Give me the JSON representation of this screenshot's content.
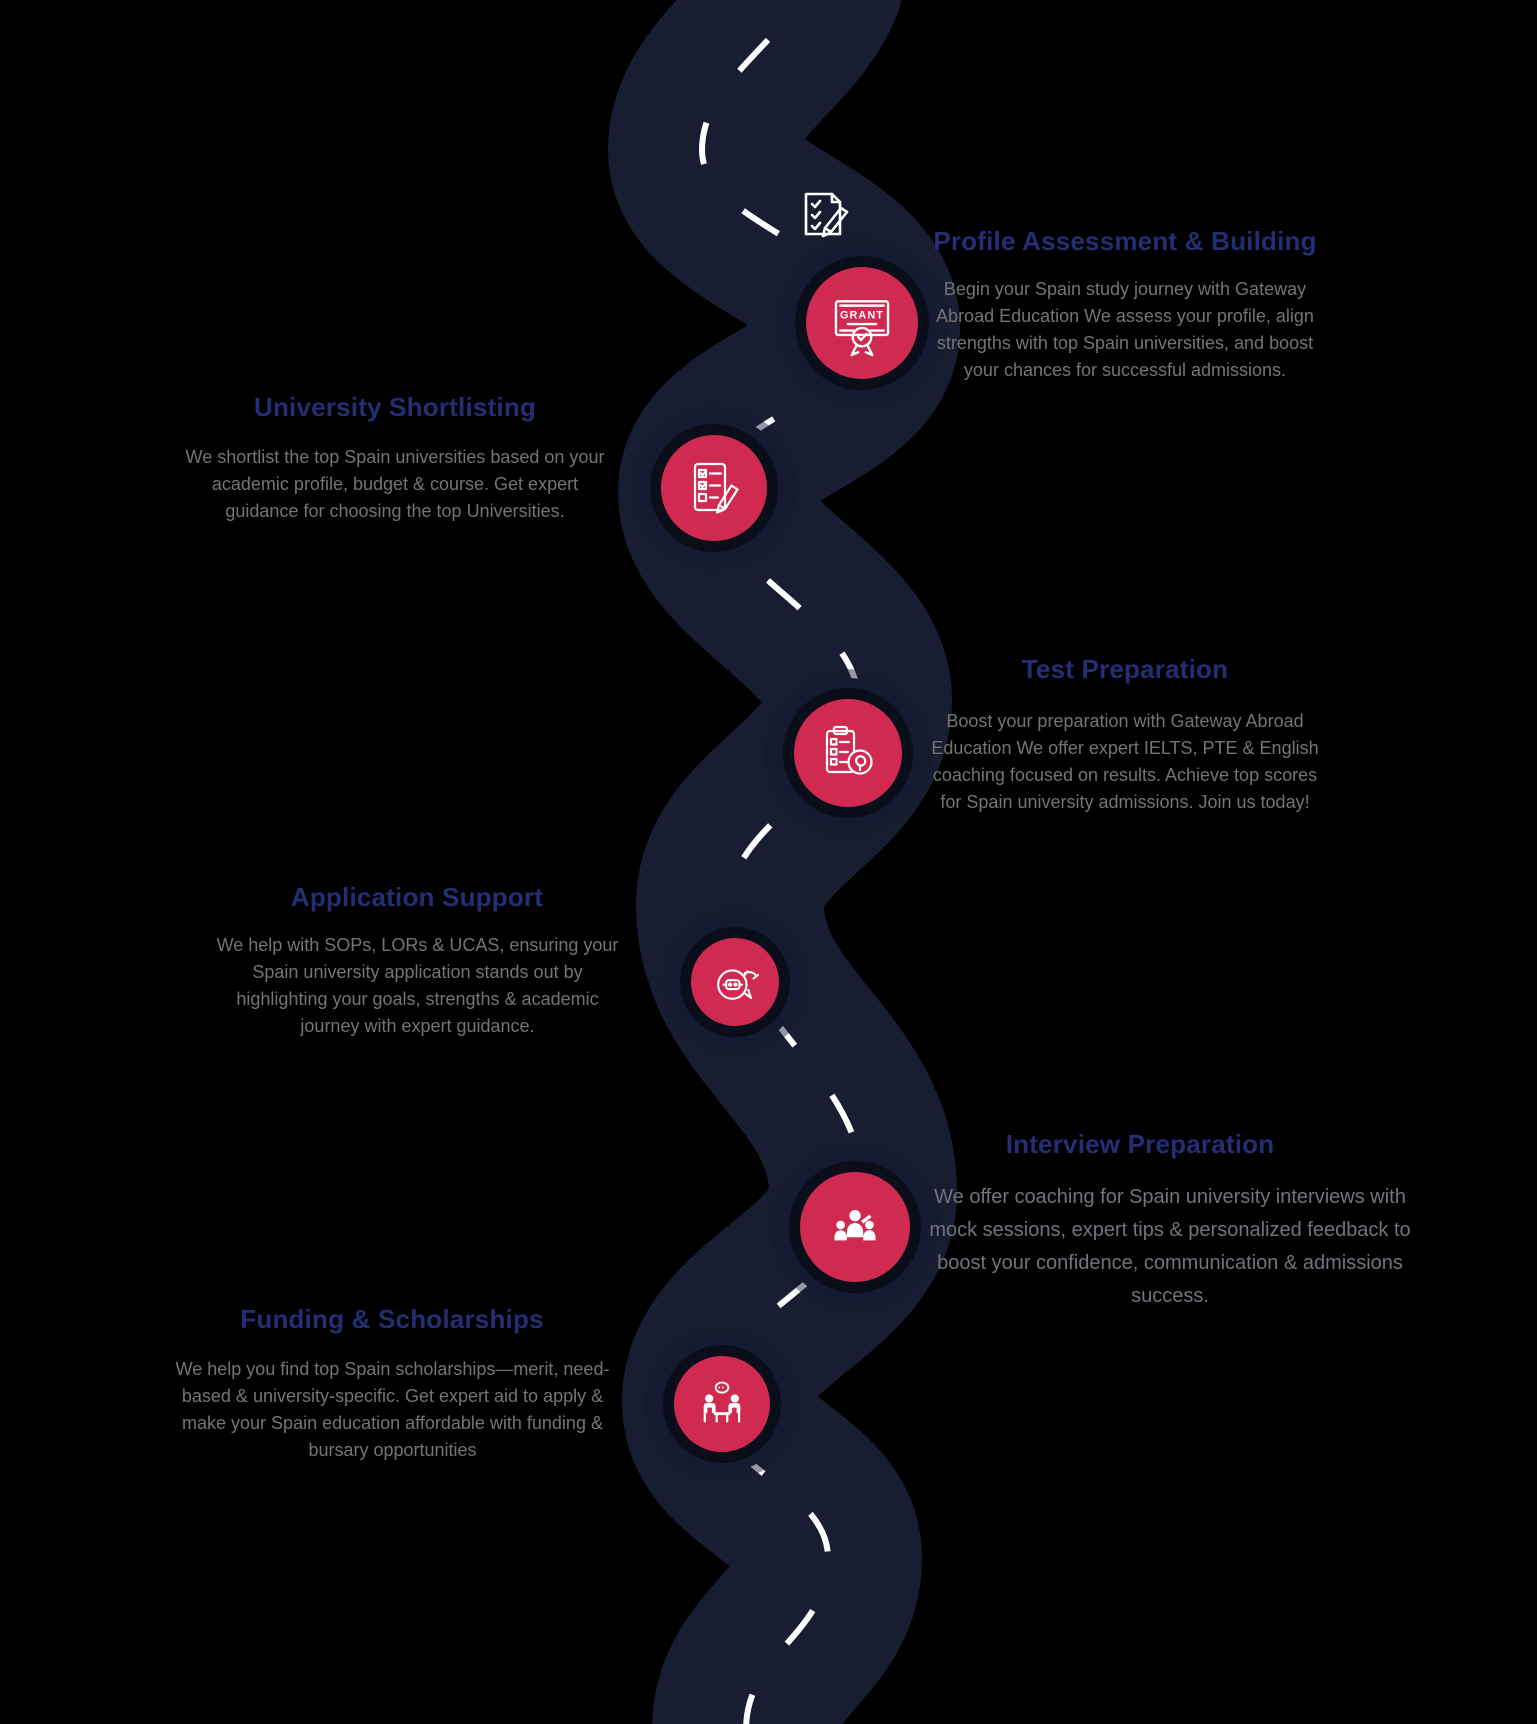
{
  "page": {
    "background": "#000000",
    "road_color": "#181d31",
    "dash_color": "#ffffff",
    "accent_red": "#d02a50",
    "heading_color": "#242e75",
    "body_color": "#747474"
  },
  "milestones": [
    {
      "id": "profile-assessment",
      "side": "right",
      "title": "Profile Assessment & Building",
      "description": "Begin your Spain study journey with Gateway Abroad Education We assess your profile, align strengths with top Spain universities, and boost your chances for successful admissions.",
      "icon": "grant-certificate-icon"
    },
    {
      "id": "university-shortlisting",
      "side": "left",
      "title": "University Shortlisting",
      "description": "We shortlist the top Spain universities based on your academic profile, budget & course. Get expert guidance for choosing the top Universities.",
      "icon": "checklist-pencil-icon"
    },
    {
      "id": "test-preparation",
      "side": "right",
      "title": "Test Preparation",
      "description": "Boost your preparation with Gateway Abroad Education We offer expert IELTS, PTE & English coaching focused on results. Achieve top scores for Spain university admissions. Join us today!",
      "icon": "clipboard-brain-icon"
    },
    {
      "id": "application-support",
      "side": "left",
      "title": "Application Support",
      "description": "We help with SOPs, LORs & UCAS, ensuring your Spain university application stands out by highlighting your goals, strengths & academic journey with expert guidance.",
      "icon": "support-chat-phone-icon"
    },
    {
      "id": "interview-preparation",
      "side": "right",
      "title": "Interview Preparation",
      "description": "We offer coaching for Spain university interviews with mock sessions, expert tips & personalized feedback to boost your confidence, communication & admissions success.",
      "icon": "presentation-people-icon"
    },
    {
      "id": "funding-scholarships",
      "side": "left",
      "title": "Funding & Scholarships",
      "description": "We help you find top Spain scholarships—merit, need-based & university-specific. Get expert aid to apply & make your Spain education affordable with funding & bursary opportunities",
      "icon": "meeting-discussion-icon"
    }
  ],
  "certificate_icon_text": "GRANT"
}
